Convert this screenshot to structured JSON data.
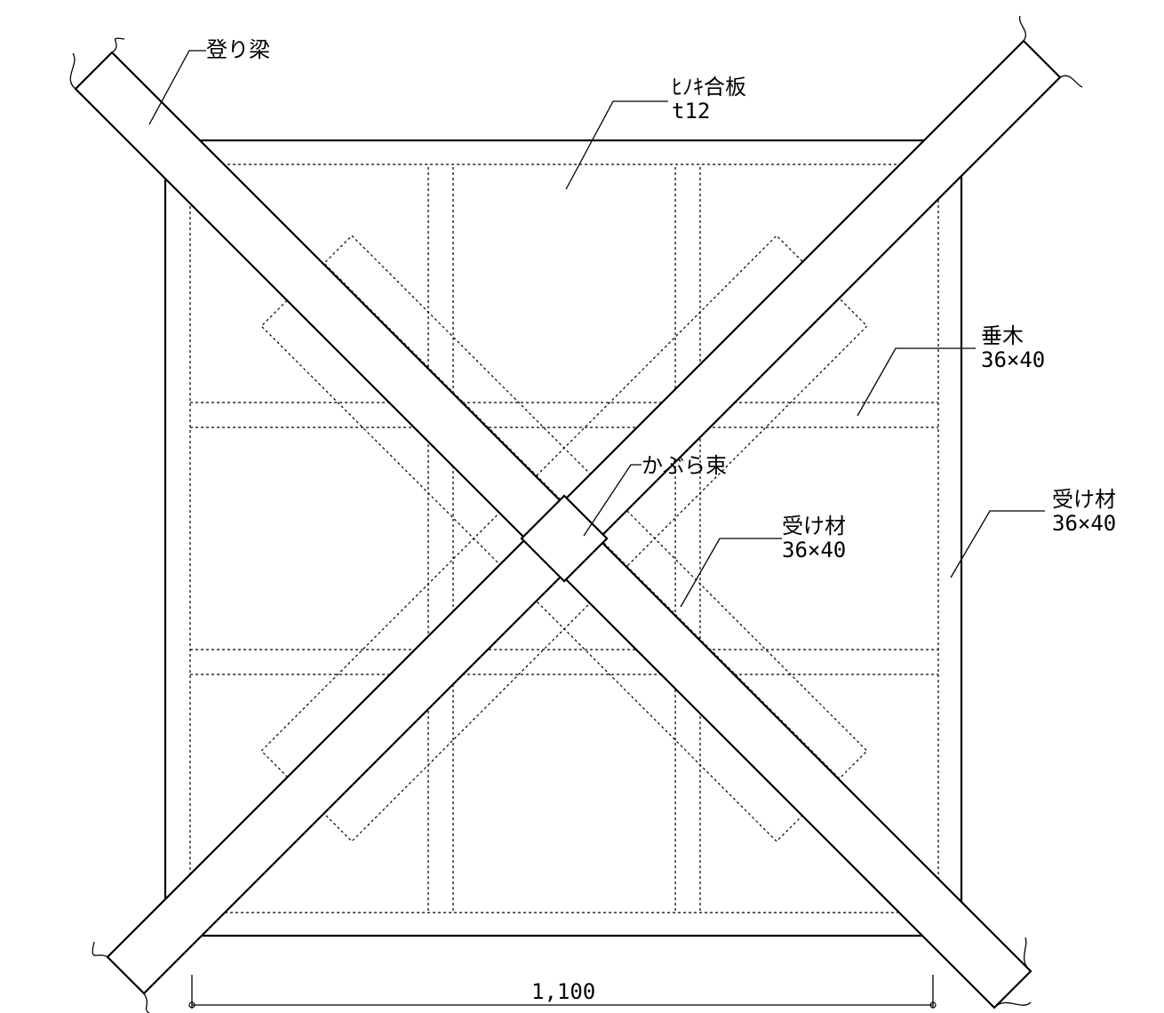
{
  "labels": {
    "rafter_beam": "登り梁",
    "plywood_name": "ﾋﾉｷ合板",
    "plywood_thickness": "t12",
    "joist_name": "垂木",
    "joist_size": "36×40",
    "strut": "かぶら束",
    "support_inner_name": "受け材",
    "support_inner_size": "36×40",
    "support_outer_name": "受け材",
    "support_outer_size": "36×40"
  },
  "dimension": {
    "width": "1,100"
  }
}
